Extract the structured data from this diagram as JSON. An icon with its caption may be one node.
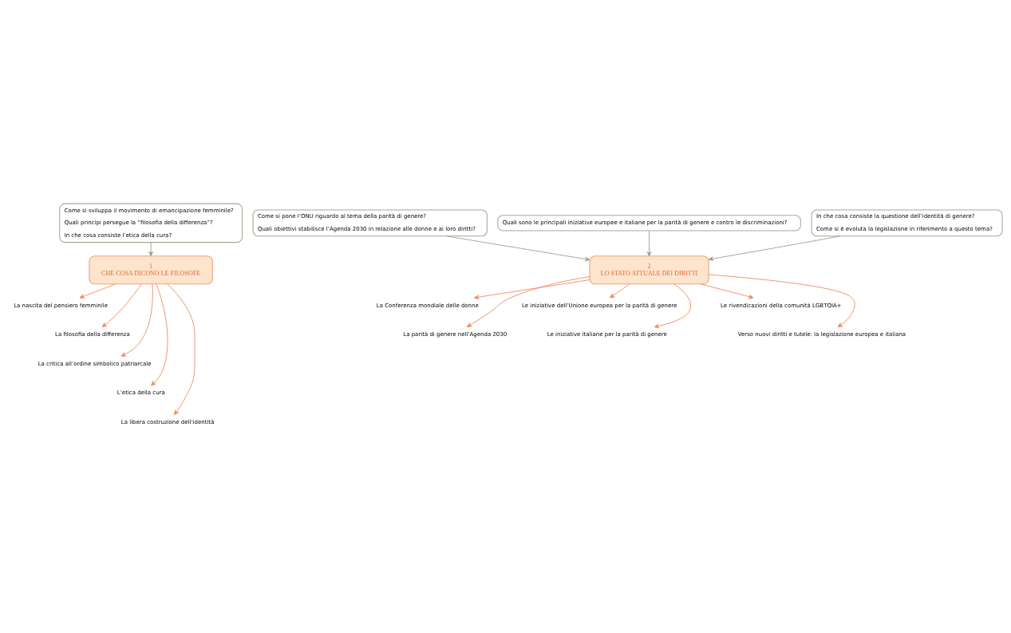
{
  "diagram": {
    "nodes": [
      {
        "text": [
          "Come si sviluppa il movimento di emancipazione femminile?",
          "Quali princìpi persegue la “filosofia della differenza”?",
          "In che cosa consiste l’etica della cura?"
        ]
      },
      {
        "text": [
          "Come si pone l’ONU riguardo al tema della parità di genere?",
          "Quali obiettivi stabilisce l’Agenda 2030 in relazione alle donne e ai loro diritti?"
        ]
      },
      {
        "text": [
          "Quali sono le principali iniziative europee e italiane per la parità di genere e contro le discriminazioni?"
        ]
      },
      {
        "text": [
          "In che cosa consiste la questione dell’identità di genere?",
          "Come si è evoluta la legislazione in riferimento a questo tema?"
        ]
      },
      {
        "text": [
          "1",
          "CHE COSA DICONO LE FILOSOFE"
        ]
      },
      {
        "text": [
          "2",
          "LO STATO ATTUALE DEI DIRITTI"
        ]
      },
      {
        "text": [
          "La nascita del pensiero femminile"
        ]
      },
      {
        "text": [
          "La filosofia della differenza"
        ]
      },
      {
        "text": [
          "La critica all’ordine simbolico patriarcale"
        ]
      },
      {
        "text": [
          "L’etica della cura"
        ]
      },
      {
        "text": [
          "La libera costruzione dell’identità"
        ]
      },
      {
        "text": [
          "La Conferenza mondiale delle donne"
        ]
      },
      {
        "text": [
          "La parità di genere nell’Agenda 2030"
        ]
      },
      {
        "text": [
          "Le iniziative dell’Unione europea per la parità di genere"
        ]
      },
      {
        "text": [
          "Le iniziative italiane per la parità di genere"
        ]
      },
      {
        "text": [
          "Le rivendicazioni della comunità LGBTQIA+"
        ]
      },
      {
        "text": [
          "Verso nuovi diritti e tutele: la legislazione europea e italiana"
        ]
      }
    ],
    "edges": [
      {
        "from": 0,
        "to": 4,
        "arrow": "to",
        "color": "#9a9a8a"
      },
      {
        "from": 1,
        "to": 5,
        "arrow": "to",
        "color": "#9a9a8a"
      },
      {
        "from": 2,
        "to": 5,
        "arrow": "to",
        "color": "#9a9a8a"
      },
      {
        "from": 3,
        "to": 5,
        "arrow": "to",
        "color": "#9a9a8a"
      },
      {
        "from": 4,
        "to": 6,
        "arrow": "to"
      },
      {
        "from": 4,
        "to": 7,
        "arrow": "to"
      },
      {
        "from": 4,
        "to": 8,
        "arrow": "to"
      },
      {
        "from": 4,
        "to": 9,
        "arrow": "to"
      },
      {
        "from": 4,
        "to": 10,
        "arrow": "to"
      },
      {
        "from": 5,
        "to": 11,
        "arrow": "to"
      },
      {
        "from": 5,
        "to": 12,
        "arrow": "to"
      },
      {
        "from": 5,
        "to": 13,
        "arrow": "to"
      },
      {
        "from": 5,
        "to": 14,
        "arrow": "to"
      },
      {
        "from": 5,
        "to": 15,
        "arrow": "to"
      },
      {
        "from": 5,
        "to": 16,
        "arrow": "to"
      }
    ]
  }
}
